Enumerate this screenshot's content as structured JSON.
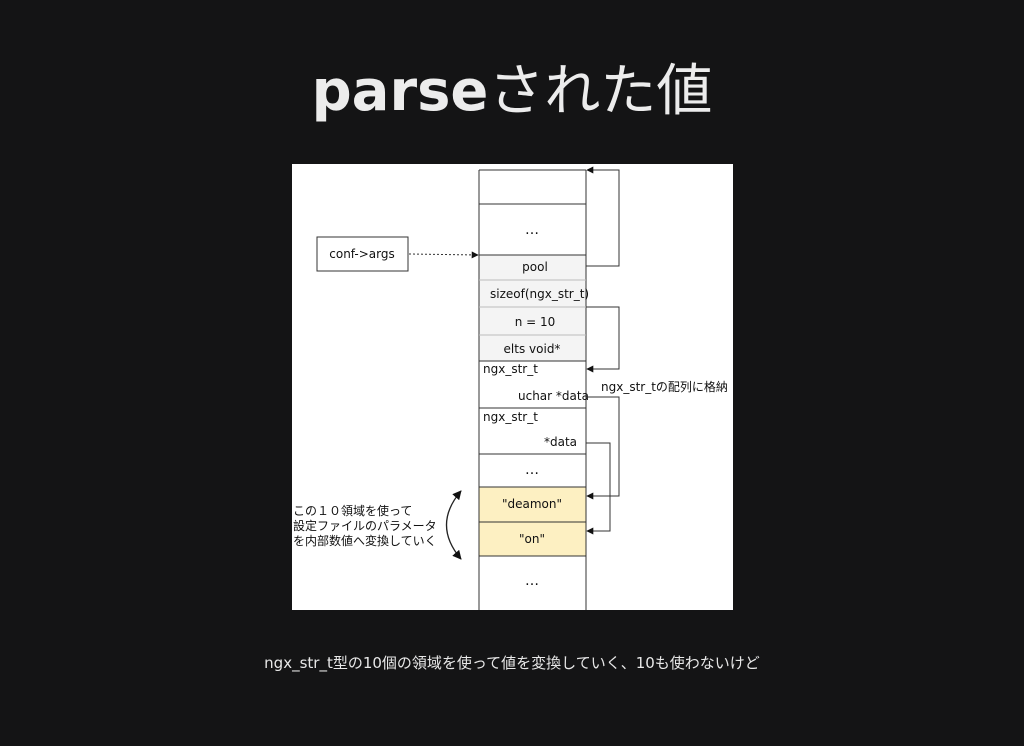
{
  "slide": {
    "title_bold": "parse",
    "title_rest": "された値",
    "caption": "ngx_str_t型の10個の領域を使って値を変換していく、10も使わないけど"
  },
  "diagram": {
    "conf_box_label": "conf->args",
    "cells": {
      "ellipsis_top": "…",
      "pool": "pool",
      "sizeof": "sizeof(ngx_str_t)",
      "n": "n = 10",
      "elts": "elts void*",
      "str1_type": "ngx_str_t",
      "str1_data": "uchar  *data",
      "str2_type": "ngx_str_t",
      "str2_data": "*data",
      "ellipsis_mid": "…",
      "deamon": "\"deamon\"",
      "on": "\"on\"",
      "ellipsis_bottom": "…"
    },
    "side_note": "ngx_str_tの配列に格納",
    "left_note": [
      "この１０領域を使って",
      "設定ファイルのパラメータ",
      "を内部数値へ変換していく"
    ],
    "colors": {
      "highlight": "#fdf0c2",
      "shaded": "#f4f4f4",
      "line": "#333333"
    }
  }
}
